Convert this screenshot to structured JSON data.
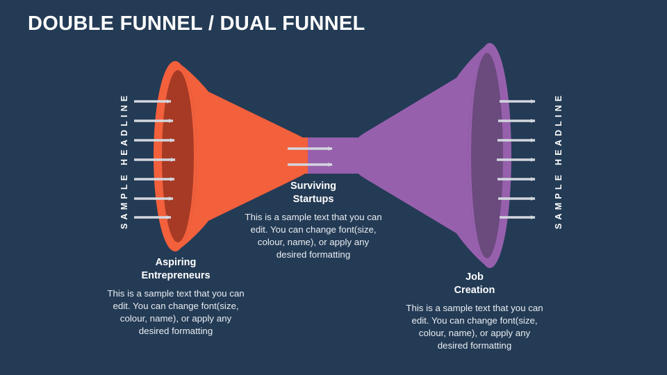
{
  "slide": {
    "title": "DOUBLE FUNNEL / DUAL FUNNEL",
    "background_color": "#243b55"
  },
  "headlines": {
    "left": "SAMPLE HEADLINE",
    "right": "SAMPLE HEADLINE"
  },
  "body_text": "This is a sample text that you can edit. You can change font(size, colour, name), or apply any desired formatting",
  "stages": [
    {
      "id": "aspiring-entrepreneurs",
      "title_line1": "Aspiring",
      "title_line2": "Entrepreneurs",
      "body": "This is a sample text that you can edit. You can change font(size, colour, name), or apply any desired formatting",
      "color": "#f3603c",
      "shadow_color": "#a63a25",
      "arrow_count": 7
    },
    {
      "id": "surviving-startups",
      "title_line1": "Surviving",
      "title_line2": "Startups",
      "body": "This is a sample text that you can edit. You can change font(size, colour, name), or apply any desired formatting",
      "color": "#9760ad",
      "shadow_color": "#6b4a7e",
      "arrow_count": 2
    },
    {
      "id": "job-creation",
      "title_line1": "Job",
      "title_line2": "Creation",
      "body": "This is a sample text that you can edit. You can change font(size, colour, name), or apply any desired formatting",
      "color": "#9760ad",
      "shadow_color": "#6b4a7e",
      "arrow_count": 7
    }
  ],
  "colors": {
    "background": "#243b55",
    "funnel_left": "#f3603c",
    "funnel_left_dark": "#a63a25",
    "funnel_right": "#9760ad",
    "funnel_right_dark": "#6b4a7e",
    "arrow": "#d3d7de",
    "text": "#ffffff",
    "body_text": "#e9edf2"
  }
}
